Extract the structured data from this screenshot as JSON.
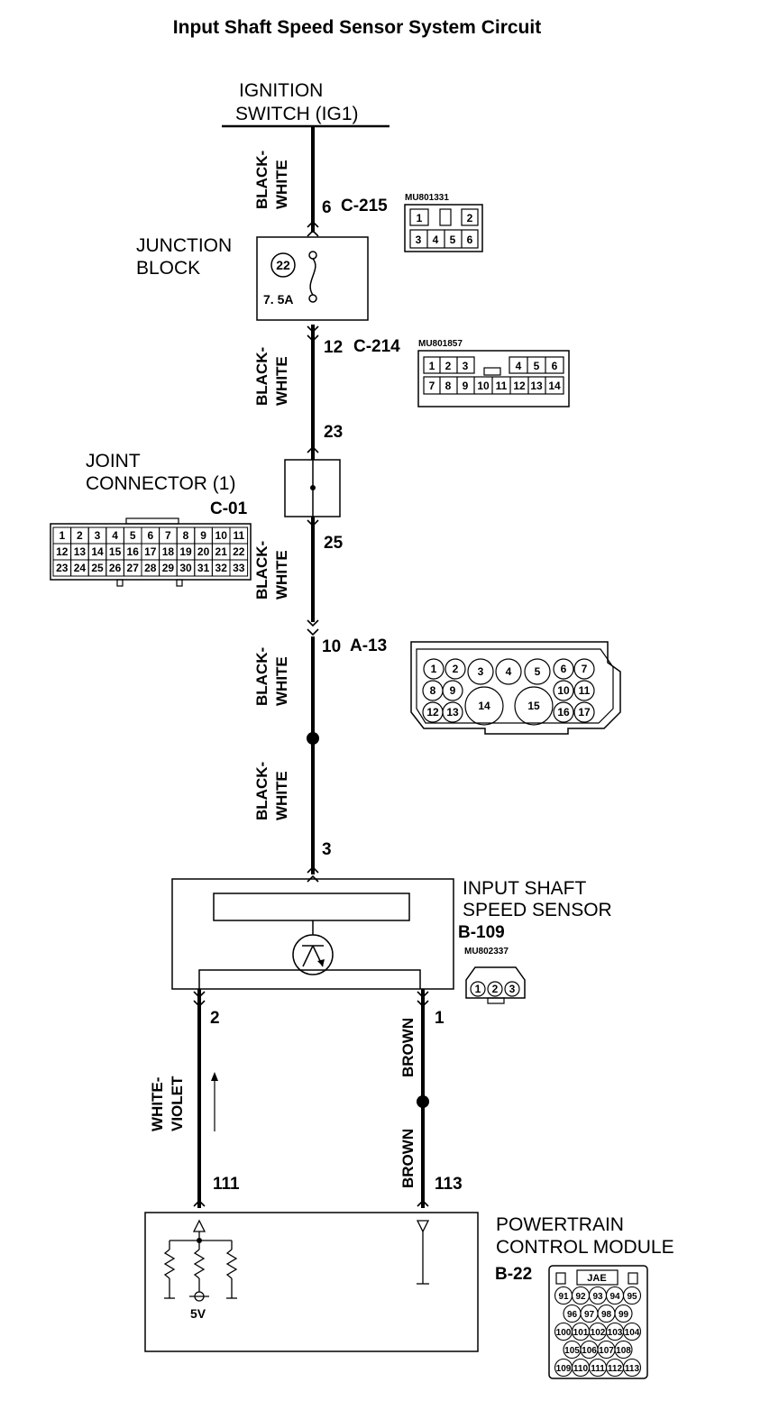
{
  "title": "Input Shaft Speed Sensor System Circuit",
  "ignition": [
    "IGNITION",
    "SWITCH (IG1)"
  ],
  "junction_block": {
    "label": [
      "JUNCTION",
      "BLOCK"
    ],
    "fuse_number": "22",
    "fuse_rating": "7. 5A"
  },
  "joint_connector": {
    "label": [
      "JOINT",
      "CONNECTOR (1)"
    ],
    "id": "C-01",
    "rows": [
      [
        "1",
        "2",
        "3",
        "4",
        "5",
        "6",
        "7",
        "8",
        "9",
        "10",
        "11"
      ],
      [
        "12",
        "13",
        "14",
        "15",
        "16",
        "17",
        "18",
        "19",
        "20",
        "21",
        "22"
      ],
      [
        "23",
        "24",
        "25",
        "26",
        "27",
        "28",
        "29",
        "30",
        "31",
        "32",
        "33"
      ]
    ]
  },
  "connectors": {
    "c215": {
      "pin": "6",
      "id": "C-215",
      "part": "MU801331",
      "top": [
        "1",
        "",
        "",
        "2"
      ],
      "bottom": [
        "3",
        "4",
        "5",
        "6"
      ]
    },
    "c214": {
      "pin": "12",
      "id": "C-214",
      "part": "MU801857",
      "top": [
        "1",
        "2",
        "3",
        "",
        "4",
        "5",
        "6"
      ],
      "bottom": [
        "7",
        "8",
        "9",
        "10",
        "11",
        "12",
        "13",
        "14"
      ]
    },
    "jc_in": "23",
    "jc_out": "25",
    "a13": {
      "pin": "10",
      "id": "A-13",
      "pins": [
        "1",
        "2",
        "3",
        "4",
        "5",
        "6",
        "7",
        "8",
        "9",
        "14",
        "15",
        "10",
        "11",
        "12",
        "13",
        "16",
        "17"
      ]
    },
    "sensor_pin": "3"
  },
  "wire_labels": {
    "black_white": [
      "BLACK-",
      "WHITE"
    ],
    "white_violet": [
      "WHITE-",
      "VIOLET"
    ],
    "brown": "BROWN"
  },
  "sensor": {
    "label": [
      "INPUT SHAFT",
      "SPEED SENSOR"
    ],
    "id": "B-109",
    "part": "MU802337",
    "pins": [
      "1",
      "2",
      "3"
    ],
    "pin_left": "2",
    "pin_right": "1"
  },
  "pcm": {
    "label": [
      "POWERTRAIN",
      "CONTROL MODULE"
    ],
    "id": "B-22",
    "pin_left": "111",
    "pin_right": "113",
    "voltage": "5V",
    "connector_brand": "JAE",
    "rows": [
      [
        "91",
        "92",
        "93",
        "94",
        "95"
      ],
      [
        "96",
        "97",
        "98",
        "99"
      ],
      [
        "100",
        "101",
        "102",
        "103",
        "104"
      ],
      [
        "105",
        "106",
        "107",
        "108"
      ],
      [
        "109",
        "110",
        "111",
        "112",
        "113"
      ]
    ]
  }
}
